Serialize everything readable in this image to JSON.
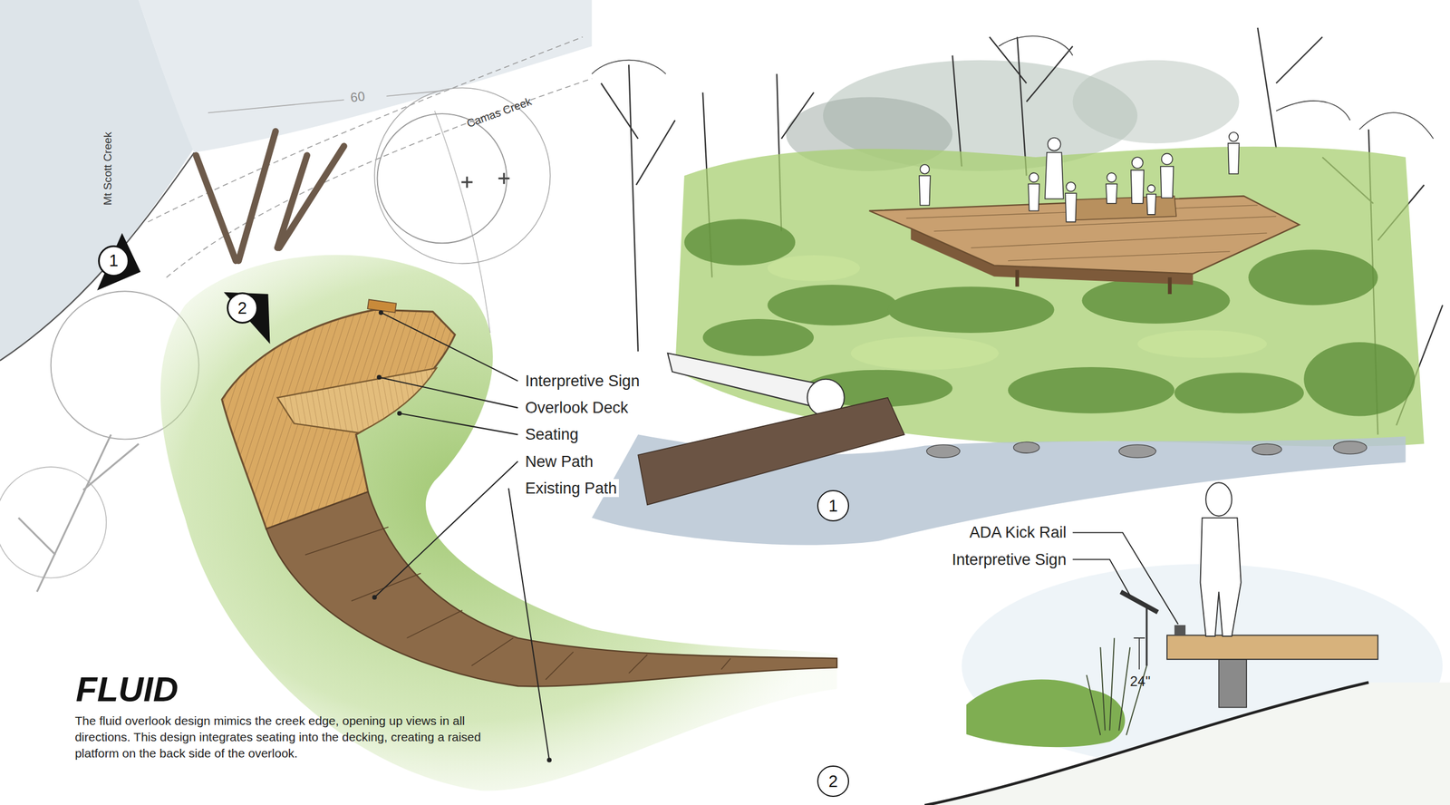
{
  "diagram": {
    "title": "FLUID",
    "caption": "The fluid overlook design mimics the creek edge, opening up views in all directions. This design integrates seating into the decking, creating a raised platform on the back side of the overlook.",
    "nodes": [
      {
        "text": [
          "1"
        ]
      },
      {
        "text": [
          "2"
        ]
      },
      {
        "text": [
          "1"
        ]
      },
      {
        "text": [
          "2"
        ]
      }
    ],
    "labels": [
      "Mt Scott Creek",
      "Camas Creek",
      "60",
      "Interpretive Sign",
      "Overlook Deck",
      "Seating",
      "New Path",
      "Existing Path",
      "ADA Kick Rail",
      "Interpretive Sign",
      "24\""
    ]
  }
}
